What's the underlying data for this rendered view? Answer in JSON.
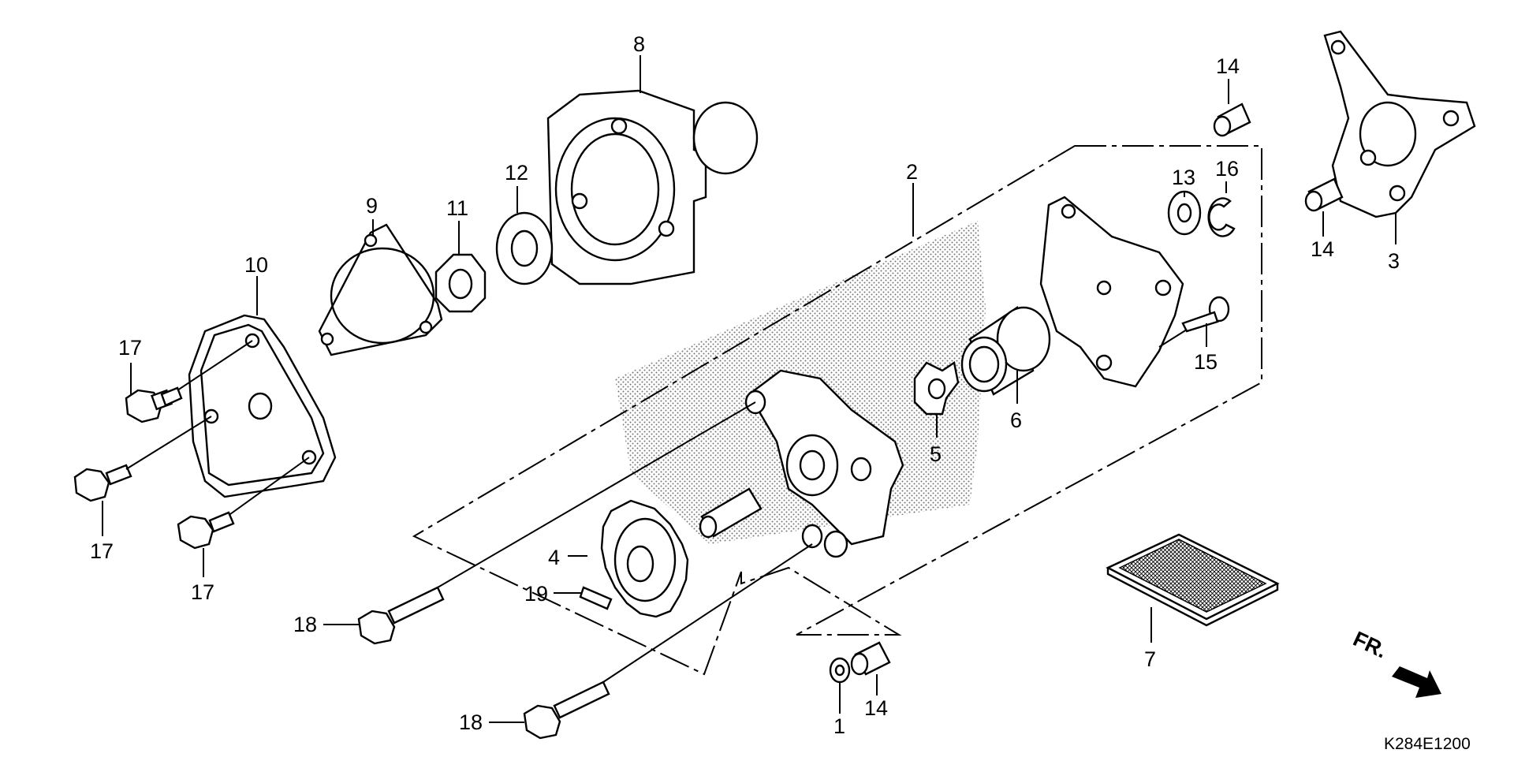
{
  "diagram_code": "K284E1200",
  "direction_label": "FR.",
  "colors": {
    "ink": "#000000",
    "paper": "#ffffff"
  },
  "callouts": [
    {
      "id": "p1",
      "text": "1"
    },
    {
      "id": "p2",
      "text": "2"
    },
    {
      "id": "p3",
      "text": "3"
    },
    {
      "id": "p4",
      "text": "4"
    },
    {
      "id": "p5",
      "text": "5"
    },
    {
      "id": "p6",
      "text": "6"
    },
    {
      "id": "p7",
      "text": "7"
    },
    {
      "id": "p8",
      "text": "8"
    },
    {
      "id": "p9",
      "text": "9"
    },
    {
      "id": "p10",
      "text": "10"
    },
    {
      "id": "p11",
      "text": "11"
    },
    {
      "id": "p12",
      "text": "12"
    },
    {
      "id": "p13",
      "text": "13"
    },
    {
      "id": "p14a",
      "text": "14"
    },
    {
      "id": "p14b",
      "text": "14"
    },
    {
      "id": "p14c",
      "text": "14"
    },
    {
      "id": "p15",
      "text": "15"
    },
    {
      "id": "p16",
      "text": "16"
    },
    {
      "id": "p17a",
      "text": "17"
    },
    {
      "id": "p17b",
      "text": "17"
    },
    {
      "id": "p17c",
      "text": "17"
    },
    {
      "id": "p18a",
      "text": "18"
    },
    {
      "id": "p18b",
      "text": "18"
    },
    {
      "id": "p19",
      "text": "19"
    }
  ]
}
